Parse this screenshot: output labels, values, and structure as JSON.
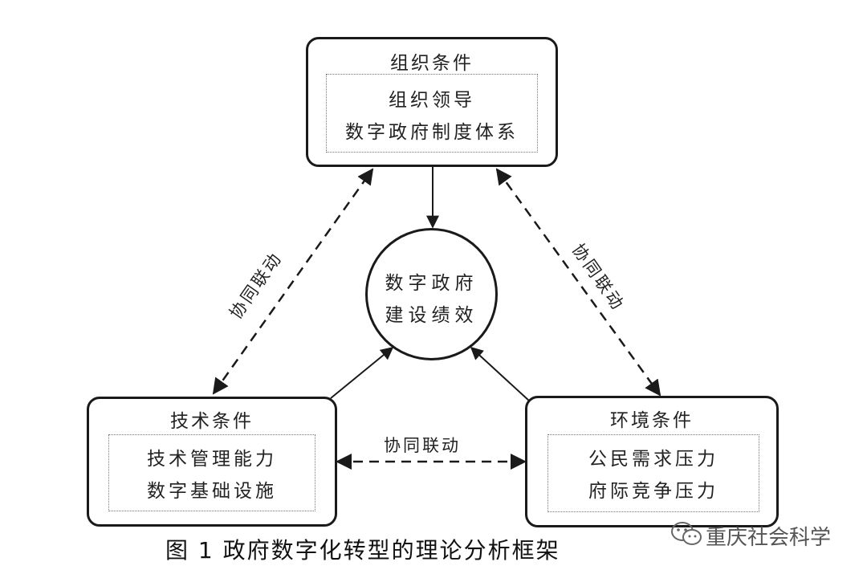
{
  "org": {
    "title": "组织条件",
    "lines": [
      "组织领导",
      "数字政府制度体系"
    ]
  },
  "tech": {
    "title": "技术条件",
    "lines": [
      "技术管理能力",
      "数字基础设施"
    ]
  },
  "env": {
    "title": "环境条件",
    "lines": [
      "公民需求压力",
      "府际竞争压力"
    ]
  },
  "center": {
    "lines": [
      "数字政府",
      "建设绩效"
    ]
  },
  "links": {
    "left": "协同联动",
    "right": "协同联动",
    "bottom": "协同联动"
  },
  "caption": "图 1   政府数字化转型的理论分析框架",
  "watermark": {
    "text": "重庆社会科学",
    "icon": "wechat-icon"
  },
  "colors": {
    "line": "#1a1a1a",
    "dotted": "#777777",
    "text": "#222222"
  }
}
